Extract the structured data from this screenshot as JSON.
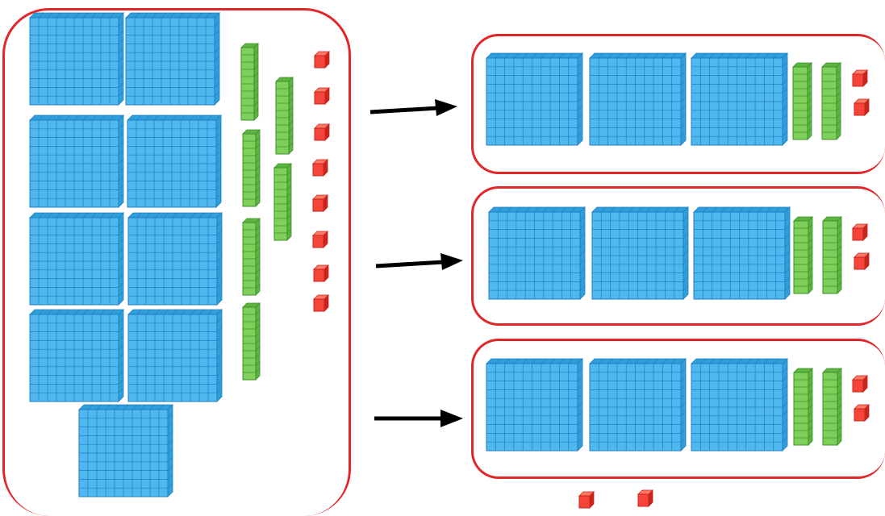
{
  "colors": {
    "frame": "#e0282a",
    "arrow": "#000000",
    "flat_face": "#4fb8ee",
    "flat_side": "#2f9fdc",
    "flat_grid": "#1f7fc0",
    "rod_face": "#7fd05a",
    "rod_side": "#5bb540",
    "rod_grid": "#3f8f2a",
    "unit_face": "#f5443a",
    "unit_side": "#c9251d",
    "unit_top": "#ff7a66"
  },
  "whole": {
    "hundreds": 9,
    "tens": 6,
    "ones": 8
  },
  "shares": [
    {
      "hundreds": 3,
      "tens": 2,
      "ones": 2
    },
    {
      "hundreds": 3,
      "tens": 2,
      "ones": 2
    },
    {
      "hundreds": 3,
      "tens": 2,
      "ones": 2
    }
  ],
  "remainder": {
    "ones": 2
  },
  "icons": {
    "hundred_flat": "hundred-flat-icon",
    "ten_rod": "ten-rod-icon",
    "unit_cube": "unit-cube-icon",
    "arrow": "right-arrow-icon"
  }
}
